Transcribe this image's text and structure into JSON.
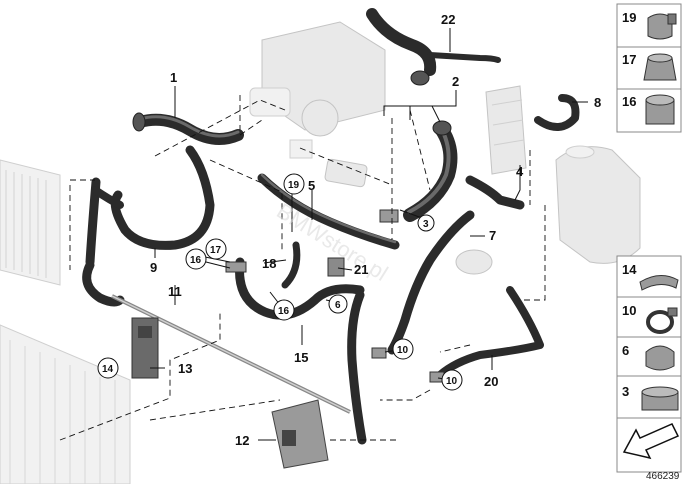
{
  "callouts": {
    "p1": "1",
    "p2": "2",
    "p3": "3",
    "p4": "4",
    "p5": "5",
    "p6": "6",
    "p7": "7",
    "p8": "8",
    "p9": "9",
    "p10a": "10",
    "p10b": "10",
    "p11": "11",
    "p12": "12",
    "p13": "13",
    "p14": "14",
    "p15": "15",
    "p16a": "16",
    "p16b": "16",
    "p17": "17",
    "p18": "18",
    "p19": "19",
    "p20": "20",
    "p21": "21",
    "p22": "22"
  },
  "legend_top": [
    "19",
    "17",
    "16"
  ],
  "legend_bottom": [
    "14",
    "10",
    "6",
    "3"
  ],
  "document_number": "466239",
  "watermark": "BMWstore.pl",
  "colors": {
    "hose": "#2b2b2b",
    "ghost": "#e9e9e9",
    "frame": "#888888"
  },
  "icons": [
    "clamp-icon",
    "arrow-icon"
  ]
}
